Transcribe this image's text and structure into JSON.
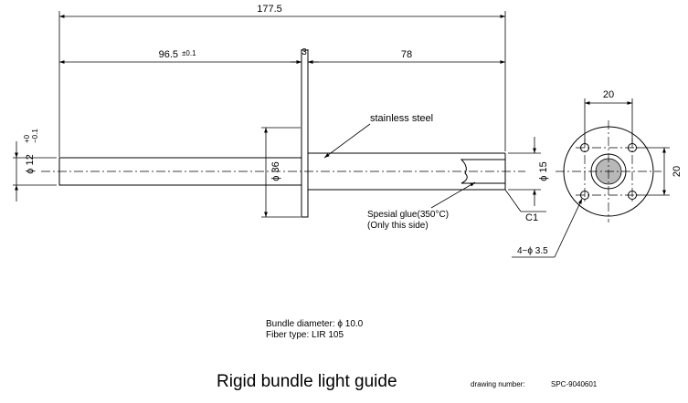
{
  "dimensions": {
    "overall_length": "177.5",
    "flange_position": "96.5",
    "flange_tolerance": "±0.1",
    "flange_thickness": "3",
    "tube_length": "78",
    "shaft_diameter": "ϕ 12",
    "shaft_tol_upper": "+0",
    "shaft_tol_lower": "−0.1",
    "flange_diameter": "ϕ 36",
    "tip_diameter": "ϕ 15",
    "chamfer": "C1",
    "hole_spacing_h": "20",
    "hole_spacing_v": "20",
    "holes": "4−ϕ 3.5"
  },
  "callouts": {
    "material": "stainless steel",
    "glue_line1": "Spesial glue(350°C)",
    "glue_line2": "(Only this side)"
  },
  "specs": {
    "bundle_diameter": "Bundle diameter: ϕ 10.0",
    "fiber_type": "Fiber type: LIR 105"
  },
  "title_block": {
    "title": "Rigid bundle light guide",
    "drawing_number_label": "drawing number:",
    "drawing_number": "SPC-9040601"
  }
}
